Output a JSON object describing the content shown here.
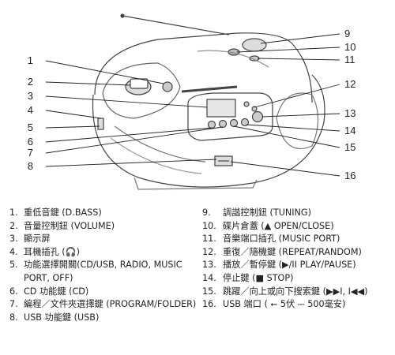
{
  "callouts_left": [
    "1",
    "2",
    "3",
    "4",
    "5",
    "6",
    "7",
    "8"
  ],
  "callouts_right": [
    "9",
    "10",
    "11",
    "12",
    "13",
    "14",
    "15",
    "16"
  ],
  "legend_left": [
    {
      "num": "1.",
      "text": "重低音鍵 (D.BASS)"
    },
    {
      "num": "2.",
      "text": "音量控制鈕 (VOLUME)"
    },
    {
      "num": "3.",
      "text": "顯示屏"
    },
    {
      "num": "4.",
      "text": "耳機插孔 (🎧)"
    },
    {
      "num": "5.",
      "text": "功能選擇開關(CD/USB, RADIO, MUSIC PORT, OFF)"
    },
    {
      "num": "6.",
      "text": "CD 功能鍵 (CD)"
    },
    {
      "num": "7.",
      "text": "編程／文件夾選擇鍵 (PROGRAM/FOLDER)"
    },
    {
      "num": "8.",
      "text": "USB 功能鍵 (USB)"
    }
  ],
  "legend_right": [
    {
      "num": "9.",
      "text": "調諧控制鈕 (TUNING)"
    },
    {
      "num": "10.",
      "text": "碟片倉蓋 (▲ OPEN/CLOSE)"
    },
    {
      "num": "11.",
      "text": "音樂端口插孔 (MUSIC PORT)"
    },
    {
      "num": "12.",
      "text": "重復／隨機鍵 (REPEAT/RANDOM)"
    },
    {
      "num": "13.",
      "text": "播放／暫停鍵 (▶/II PLAY/PAUSE)"
    },
    {
      "num": "14.",
      "text": "停止鍵 (■ STOP)"
    },
    {
      "num": "15.",
      "text": "跳躍／向上或向下搜索鍵 (▶▶I, I◀◀)"
    },
    {
      "num": "16.",
      "text": "USB 端口 ( ⭠ 5伏 ⎓ 500毫安)"
    }
  ]
}
